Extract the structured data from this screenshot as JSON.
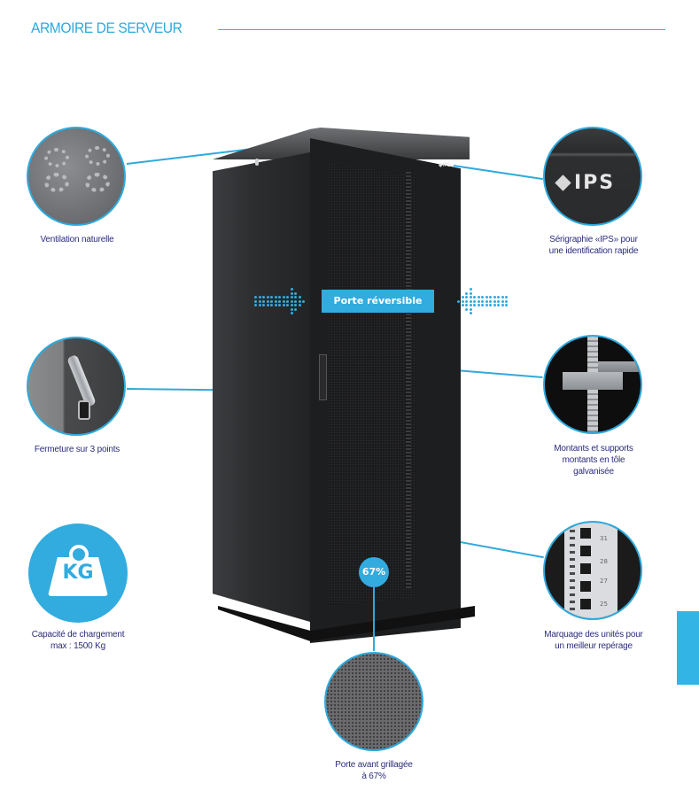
{
  "header": {
    "title": "ARMOIRE DE SERVEUR"
  },
  "features": {
    "ventilation": {
      "caption": "Ventilation naturelle",
      "icon": "vent-photo"
    },
    "ips": {
      "caption_line1": "Sérigraphie «IPS» pour",
      "caption_line2": "une identification rapide",
      "logo_text": "IPS"
    },
    "lock": {
      "caption": "Fermeture sur 3 points",
      "icon": "lock-handle-photo"
    },
    "rails": {
      "caption_line1": "Montants et supports",
      "caption_line2": "montants en tôle",
      "caption_line3": "galvanisée"
    },
    "load": {
      "caption_line1": "Capacité de chargement",
      "caption_line2": "max : 1500 Kg",
      "icon_text": "KG"
    },
    "units": {
      "caption_line1": "Marquage des unités pour",
      "caption_line2": "un meilleur repérage",
      "unit_numbers": [
        "31",
        "28",
        "27",
        "25"
      ]
    },
    "mesh": {
      "caption_line1": "Porte avant grillagée",
      "caption_line2": "à 67%"
    }
  },
  "callouts": {
    "reversible_door": "Porte réversible",
    "mesh_percentage": "67%"
  },
  "cabinet": {
    "logo": "◆IPS"
  },
  "colors": {
    "accent": "#32abdf",
    "caption_text": "#2b2d7a",
    "cabinet": "#1d1e20"
  }
}
